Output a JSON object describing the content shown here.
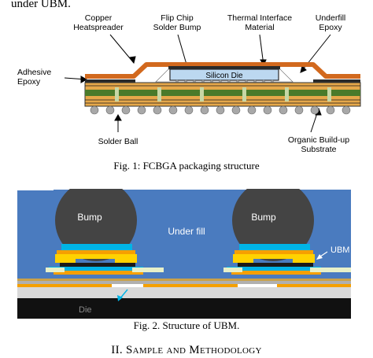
{
  "running_text": "under UBM.",
  "figure1": {
    "caption": "Fig. 1: FCBGA packaging structure",
    "labels": {
      "copper_heatspreader": [
        "Copper",
        "Heatspreader"
      ],
      "flip_chip_bump": [
        "Flip Chip",
        "Solder Bump"
      ],
      "thermal_interface": [
        "Thermal Interface",
        "Material"
      ],
      "underfill_epoxy": [
        "Underfill",
        "Epoxy"
      ],
      "adhesive_epoxy": [
        "Adhesive",
        "Epoxy"
      ],
      "silicon_die": "Silicon Die",
      "solder_ball": "Solder Ball",
      "organic_substrate": [
        "Organic Build-up",
        "Substrate"
      ]
    },
    "colors": {
      "heatspreader": "#d2691e",
      "die": "#bcd8f0",
      "substrate": "#e6a84a",
      "core": "#4a7a2a",
      "solder_ball": "#a8a8a8"
    }
  },
  "figure2": {
    "caption": "Fig. 2. Structure of UBM.",
    "labels": {
      "bump_left": "Bump",
      "bump_right": "Bump",
      "under_fill": "Under fill",
      "ubm": "UBM",
      "die": "Die"
    },
    "colors": {
      "underfill": "#4a7bbf",
      "bump": "#444444",
      "ubm_cyan": "#00b4e6",
      "ubm_yellow": "#ffd200",
      "ubm_orange": "#f5a000",
      "die_band": "#111111"
    }
  },
  "section_heading": {
    "numeral": "II.",
    "w1_cap": "S",
    "w1_rest": "AMPLE",
    "and": "AND",
    "w2_cap": "M",
    "w2_rest": "ETHODOLOGY"
  }
}
